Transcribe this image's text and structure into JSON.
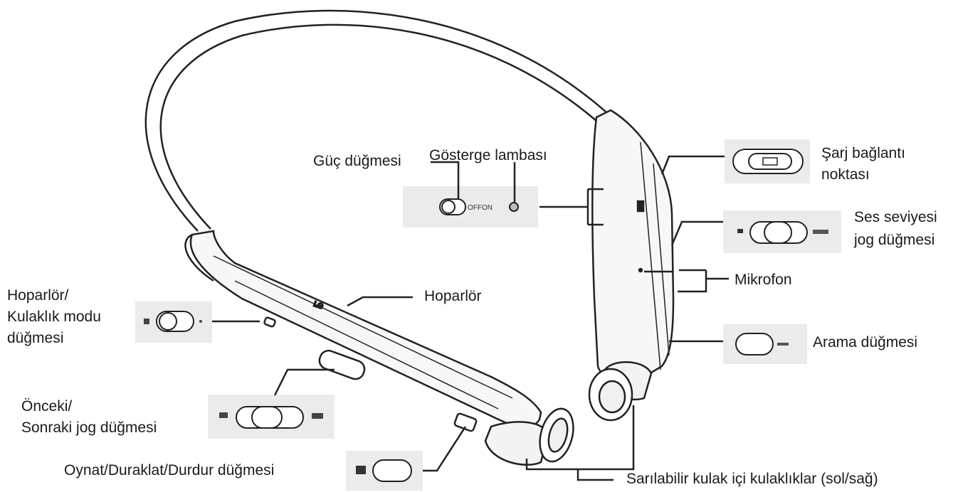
{
  "labels": {
    "gosterge": "Gösterge lambası",
    "guc": "Güç düğmesi",
    "sarj_1": "Şarj bağlantı",
    "sarj_2": "noktası",
    "ses_1": "Ses seviyesi",
    "ses_2": "jog düğmesi",
    "mikrofon": "Mikrofon",
    "arama": "Arama düğmesi",
    "hoparlor_mod_1": "Hoparlör/",
    "hoparlor_mod_2": "Kulaklık modu",
    "hoparlor_mod_3": "düğmesi",
    "hoparlor": "Hoparlör",
    "onceki_1": "Önceki/",
    "onceki_2": "Sonraki jog düğmesi",
    "oynat": "Oynat/Duraklat/Durdur düğmesi",
    "kulaklik": "Sarılabilir kulak içi kulaklıklar (sol/sağ)"
  },
  "switch_text": "OFFON",
  "logo_text": "LG",
  "colors": {
    "line": "#222222",
    "panel": "#ebebeb",
    "body": "#f7f7f7",
    "shade": "#e2e2e2"
  }
}
